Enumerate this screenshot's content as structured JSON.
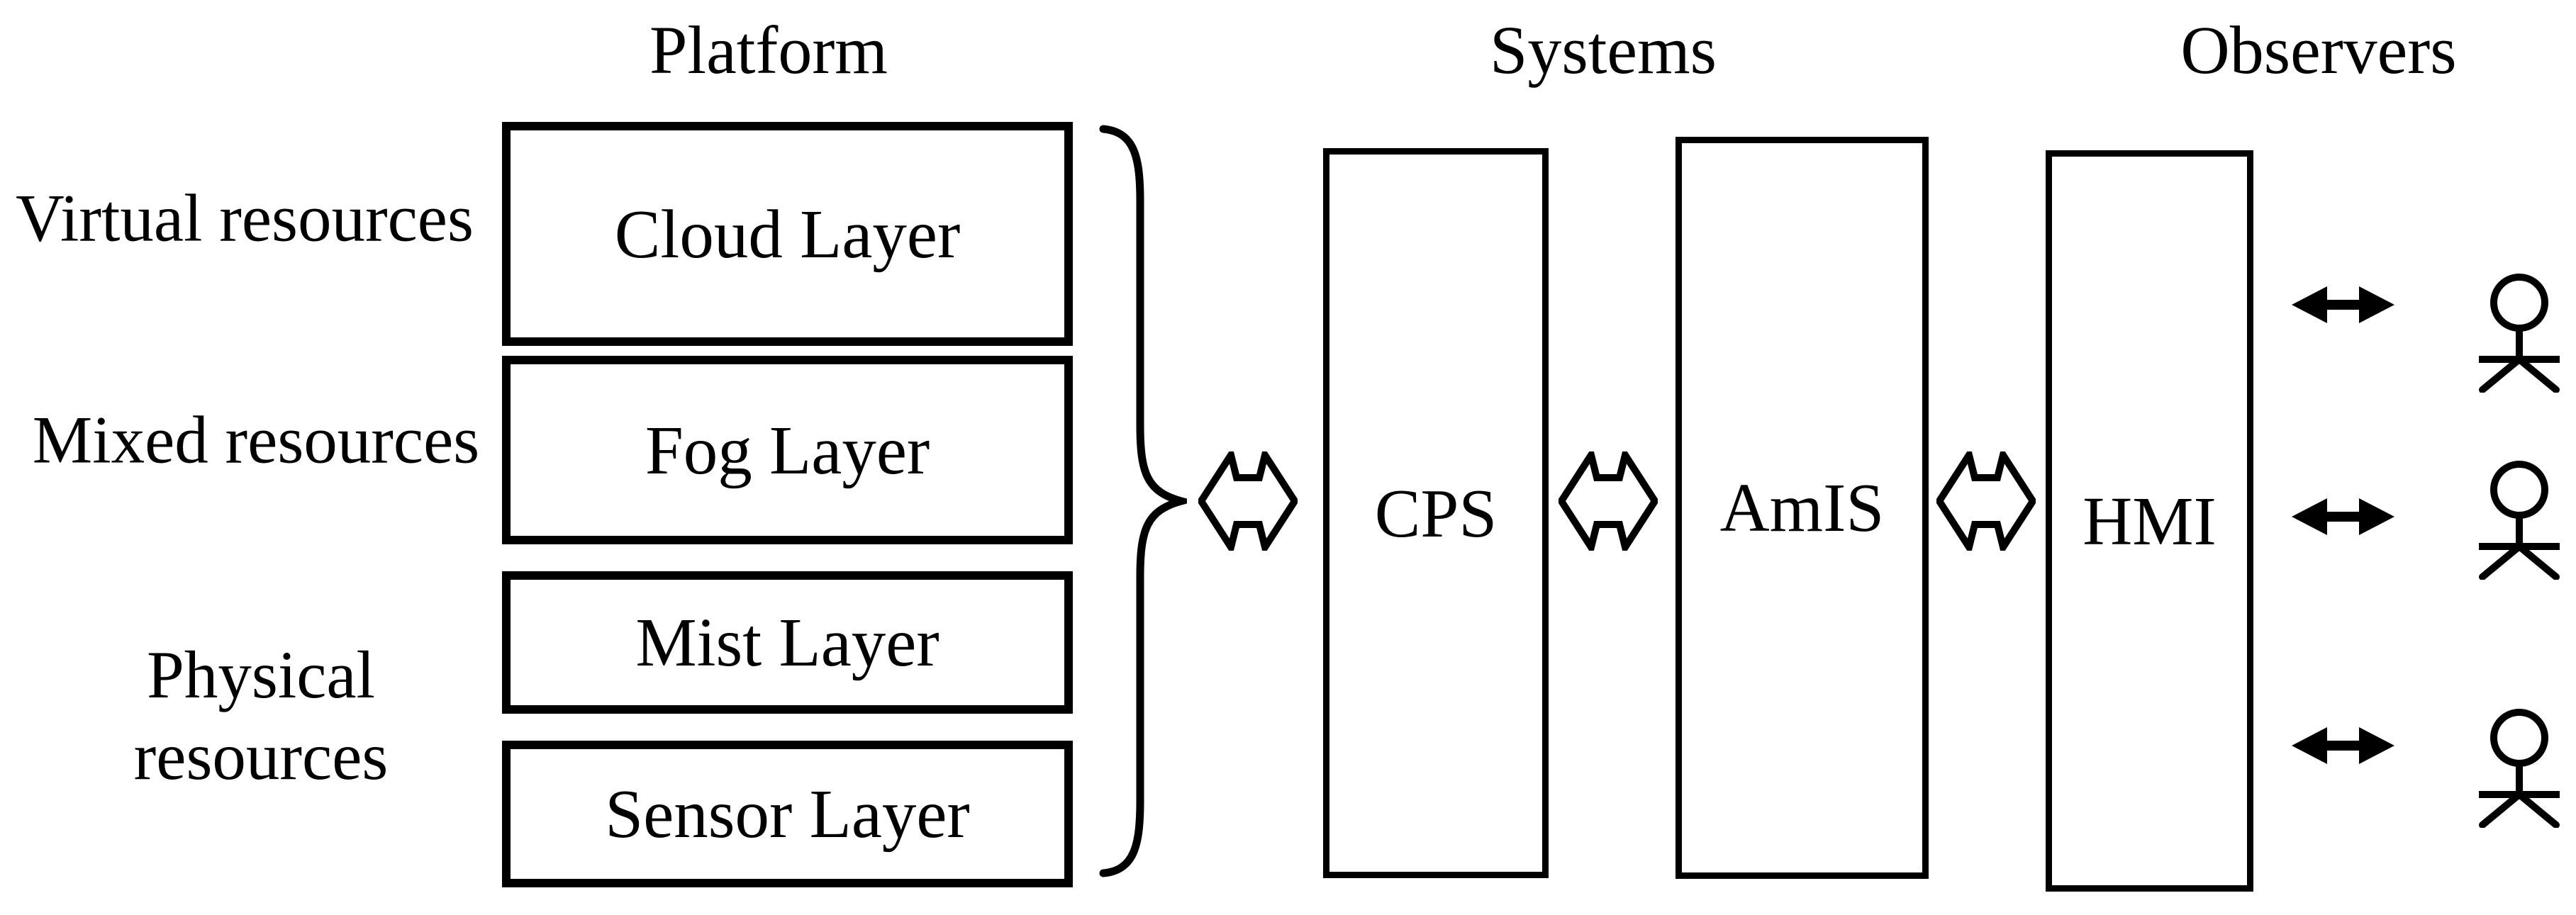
{
  "colors": {
    "ink": "#000000",
    "background": "#ffffff"
  },
  "headings": {
    "platform": "Platform",
    "systems": "Systems",
    "observers": "Observers"
  },
  "resource_labels": {
    "virtual": "Virtual resources",
    "mixed": "Mixed resources",
    "physical_line1": "Physical",
    "physical_line2": "resources"
  },
  "platform": {
    "layers": [
      {
        "label": "Cloud Layer"
      },
      {
        "label": "Fog Layer"
      },
      {
        "label": "Mist Layer"
      },
      {
        "label": "Sensor Layer"
      }
    ]
  },
  "systems": {
    "boxes": [
      {
        "label": "CPS"
      },
      {
        "label": "AmIS"
      },
      {
        "label": "HMI"
      }
    ]
  },
  "observers": {
    "count": 3
  },
  "icons": {
    "group_brace": "curly-brace-icon",
    "platform_system_link": "hollow-double-arrow-icon",
    "observer_link": "solid-double-arrow-icon",
    "observer": "person-icon"
  }
}
